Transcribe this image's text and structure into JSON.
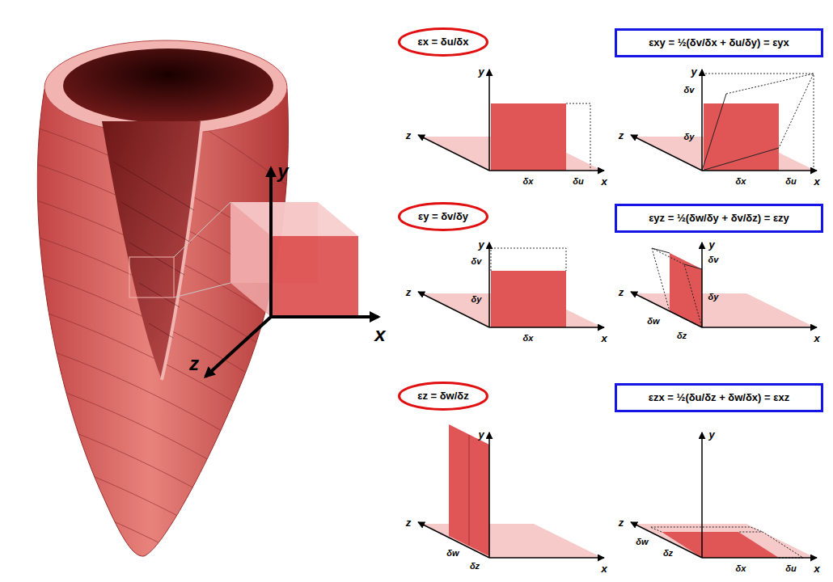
{
  "diagram": {
    "nodes": [
      {
        "text": [
          "εx = δu/δx"
        ]
      },
      {
        "text": [
          "εxy = ½(δv/δx + δu/δy) = εyx"
        ]
      },
      {
        "text": [
          "εy = δv/δy"
        ]
      },
      {
        "text": [
          "εyz = ½(δw/δy + δv/δz) = εzy"
        ]
      },
      {
        "text": [
          "εz = δw/δz"
        ]
      },
      {
        "text": [
          "εzx = ½(δu/δz + δw/δx) = εxz"
        ]
      }
    ],
    "labels": [
      "y",
      "z",
      "x",
      "y",
      "z",
      "δx",
      "δu",
      "x",
      "y",
      "δv",
      "δy",
      "z",
      "δx",
      "δu",
      "x",
      "y",
      "δv",
      "δy",
      "z",
      "δx",
      "x",
      "y",
      "δv",
      "z",
      "δy",
      "δw",
      "δz",
      "x",
      "y",
      "z",
      "δw",
      "δz",
      "x",
      "y",
      "z",
      "δw",
      "δz",
      "δx",
      "δu",
      "x"
    ]
  }
}
